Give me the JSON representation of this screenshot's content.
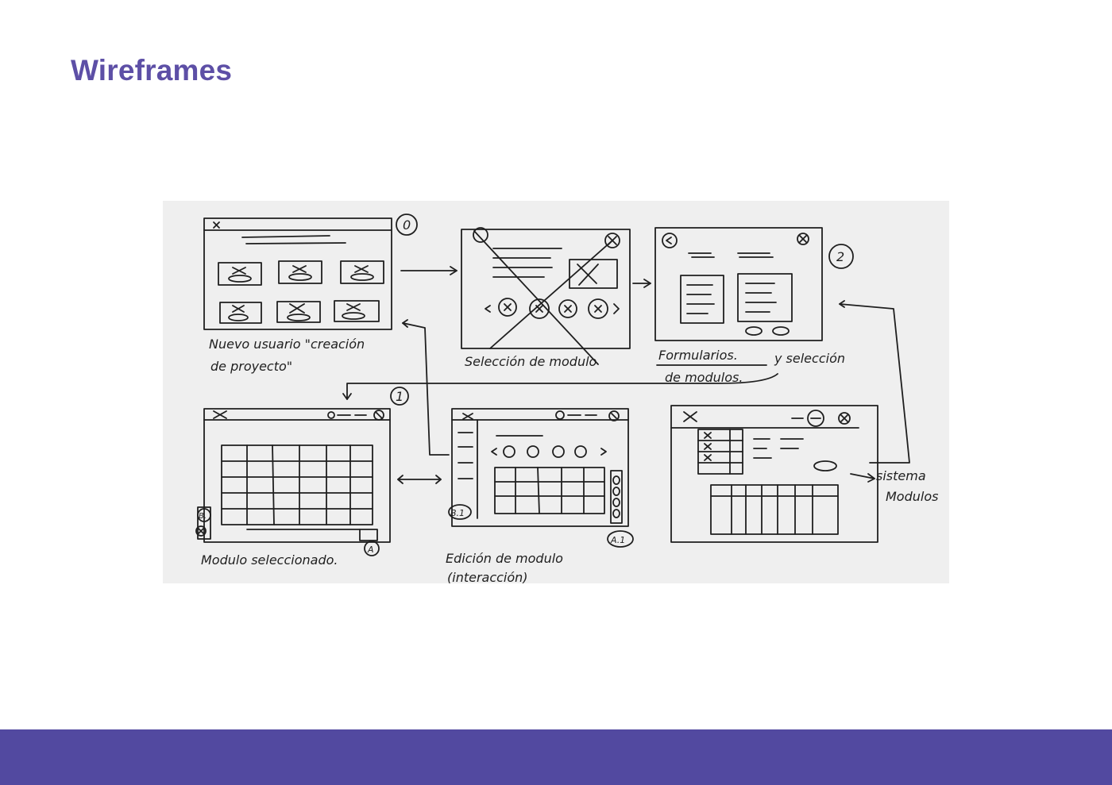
{
  "page": {
    "title": "Wireframes"
  },
  "colors": {
    "title": "#5d4fa6",
    "footer": "#5249a0",
    "paper": "#efefef",
    "ink": "#1f1f1f"
  },
  "wireframes": {
    "screen0": {
      "number": "0",
      "caption_line1": "Nuevo usuario \"creación",
      "caption_line2": "de proyecto\""
    },
    "screen_modules": {
      "caption": "Selección de modulo"
    },
    "screen2": {
      "number": "2",
      "caption_underlined": "Formularios.",
      "caption_rest": "y selección",
      "caption_line2": "de modulos."
    },
    "screen1": {
      "number": "1",
      "caption": "Modulo seleccionado.",
      "badge_b": "B.",
      "badge_a": "A"
    },
    "screen_edit": {
      "caption_line1": "Edición de modulo",
      "caption_line2": "(interacción)",
      "badge_b1": "B.1",
      "badge_a1": "A.1"
    },
    "screen_system": {
      "side_label1": "sistema",
      "side_label2": "Modulos"
    }
  }
}
